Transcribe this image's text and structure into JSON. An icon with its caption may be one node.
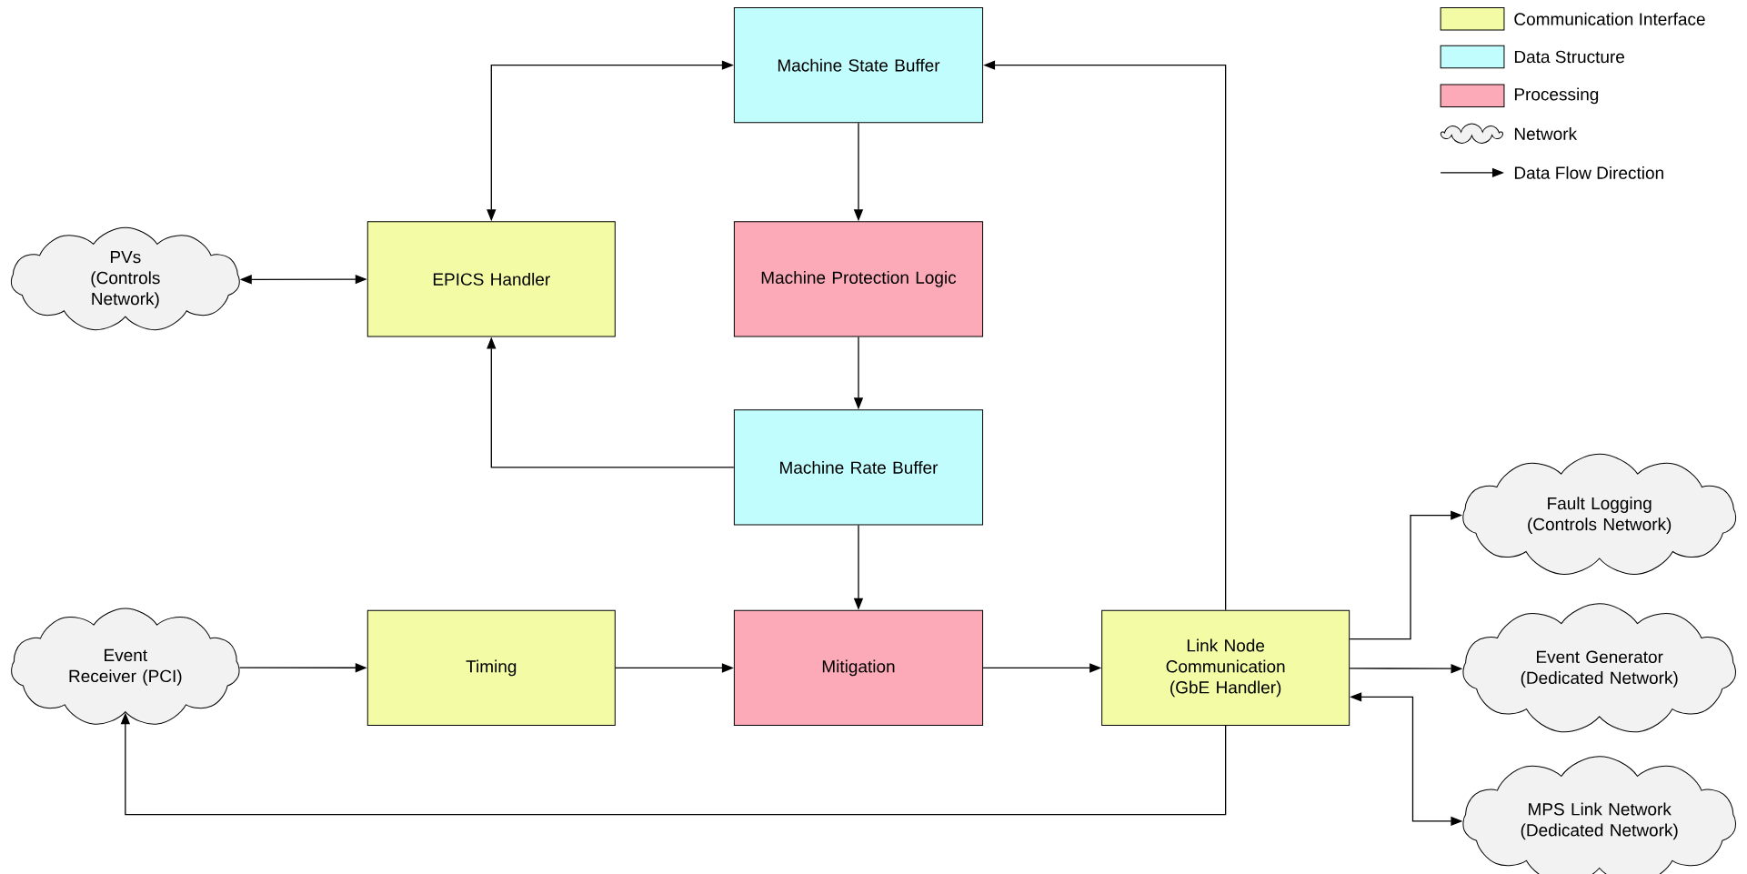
{
  "diagram": {
    "nodes": [
      {
        "text": [
          "Machine State Buffer"
        ]
      },
      {
        "text": [
          "PVs (Controls Network)"
        ]
      },
      {
        "text": [
          "EPICS Handler"
        ]
      },
      {
        "text": [
          "Machine Protection Logic"
        ]
      },
      {
        "text": [
          "Machine Rate Buffer"
        ]
      },
      {
        "text": [
          "Fault Logging (Controls Network)"
        ]
      },
      {
        "text": [
          "Event Receiver (PCI)"
        ]
      },
      {
        "text": [
          "Timing"
        ]
      },
      {
        "text": [
          "Mitigation"
        ]
      },
      {
        "text": [
          "Link Node Communication (GbE Handler)"
        ]
      },
      {
        "text": [
          "Event Generator (Dedicated Network)"
        ]
      },
      {
        "text": [
          "MPS Link Network (Dedicated Network)"
        ]
      }
    ],
    "edges": [
      {
        "from": 2,
        "to": 0,
        "arrow": "both"
      },
      {
        "from": 1,
        "to": 2,
        "arrow": "both"
      },
      {
        "from": 0,
        "to": 3,
        "arrow": "to"
      },
      {
        "from": 3,
        "to": 4,
        "arrow": "to"
      },
      {
        "from": 4,
        "to": 2,
        "arrow": "to"
      },
      {
        "from": 4,
        "to": 8,
        "arrow": "to"
      },
      {
        "from": 6,
        "to": 7,
        "arrow": "to"
      },
      {
        "from": 7,
        "to": 8,
        "arrow": "to"
      },
      {
        "from": 8,
        "to": 9,
        "arrow": "to"
      },
      {
        "from": 9,
        "to": 0,
        "arrow": "to"
      },
      {
        "from": 9,
        "to": 6,
        "arrow": "to"
      },
      {
        "from": 9,
        "to": 5,
        "arrow": "to"
      },
      {
        "from": 9,
        "to": 10,
        "arrow": "to"
      },
      {
        "from": 9,
        "to": 11,
        "arrow": "both"
      }
    ],
    "legend": [
      {
        "text": "Communication Interface",
        "color": "#f3fca5"
      },
      {
        "text": "Data Structure",
        "color": "#c2fdfd"
      },
      {
        "text": "Processing",
        "color": "#fdaab8"
      },
      {
        "text": "Network"
      },
      {
        "text": "Data Flow Direction"
      }
    ]
  }
}
